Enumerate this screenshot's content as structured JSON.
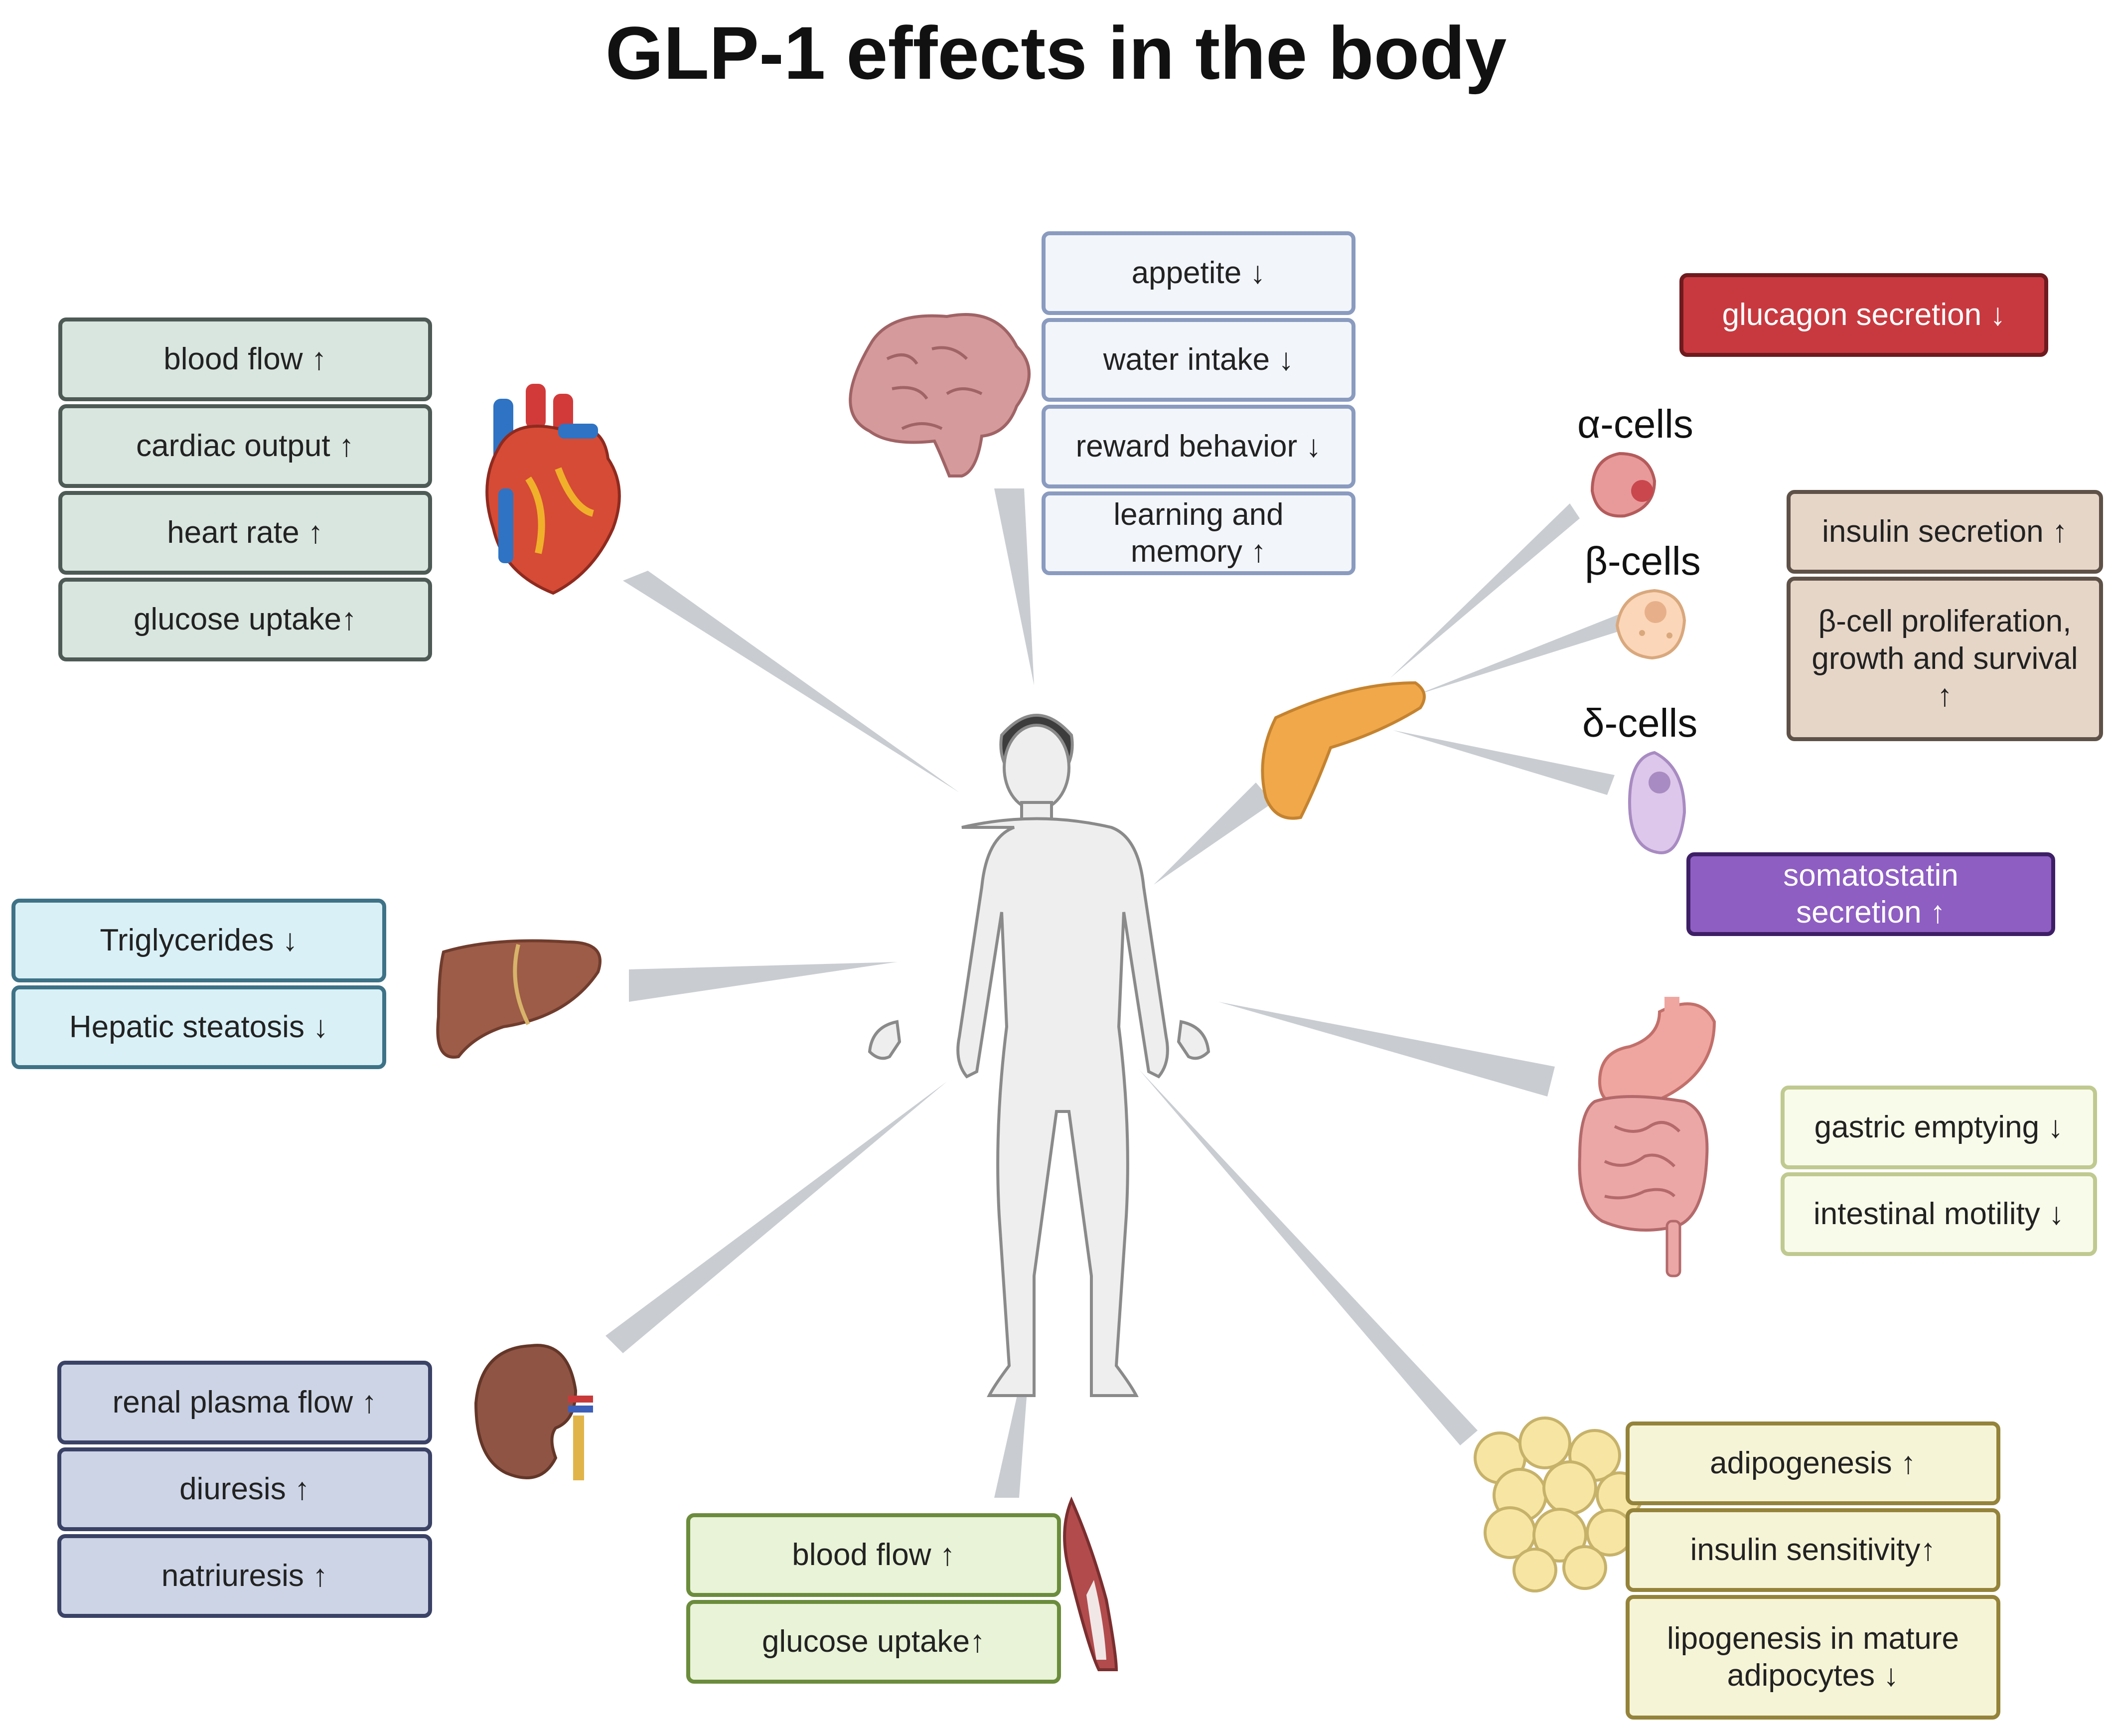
{
  "title": "GLP-1 effects in the body",
  "heart": {
    "items": [
      "blood flow ↑",
      "cardiac output ↑",
      "heart rate ↑",
      "glucose uptake↑"
    ]
  },
  "brain": {
    "items": [
      "appetite ↓",
      "water intake ↓",
      "reward behavior ↓",
      "learning and memory ↑"
    ]
  },
  "pancreas": {
    "alpha_label": "α-cells",
    "beta_label": "β-cells",
    "delta_label": "δ-cells",
    "glucagon": "glucagon secretion ↓",
    "insulin": "insulin secretion ↑",
    "proliferation": "β-cell proliferation, growth and survival ↑",
    "somatostatin": "somatostatin secretion ↑"
  },
  "liver": {
    "items": [
      "Triglycerides ↓",
      "Hepatic steatosis ↓"
    ]
  },
  "gut": {
    "items": [
      "gastric emptying ↓",
      "intestinal motility ↓"
    ]
  },
  "kidney": {
    "items": [
      "renal plasma flow ↑",
      "diuresis ↑",
      "natriuresis ↑"
    ]
  },
  "muscle": {
    "items": [
      "blood flow ↑",
      "glucose uptake↑"
    ]
  },
  "adipose": {
    "items": [
      "adipogenesis ↑",
      "insulin sensitivity↑",
      "lipogenesis in mature adipocytes ↓"
    ]
  }
}
